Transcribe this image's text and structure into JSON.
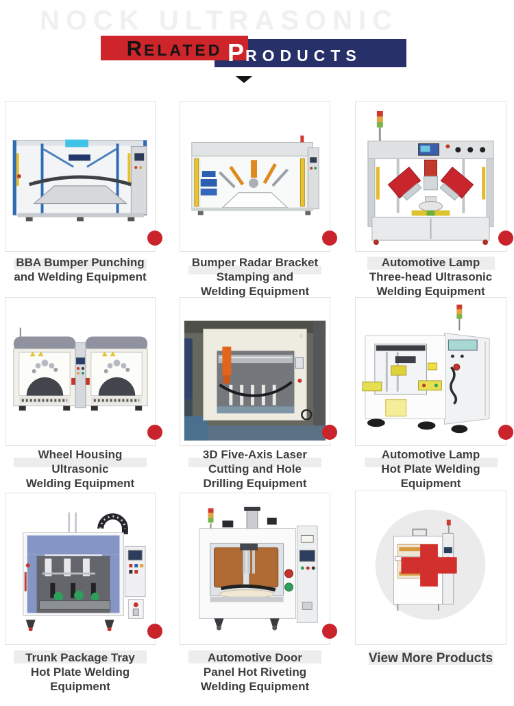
{
  "watermark": "NOCK ULTRASONIC",
  "header": {
    "related_initial": "R",
    "related_rest": "ELATED",
    "products_initial": "P",
    "products_rest": "RODUCTS"
  },
  "colors": {
    "header_red": "#ce252b",
    "header_blue": "#283069",
    "badge_red": "#c9242b",
    "caption_text": "#3d3d3d",
    "caption_highlight": "#ededed",
    "card_border": "#e2e2e2"
  },
  "products": [
    {
      "title_lines": [
        "BBA Bumper Punching",
        "and Welding Equipment"
      ]
    },
    {
      "title_lines": [
        "Bumper Radar Bracket",
        "Stamping and",
        "Welding Equipment"
      ]
    },
    {
      "title_lines": [
        "Automotive Lamp",
        "Three-head Ultrasonic",
        "Welding Equipment"
      ]
    },
    {
      "title_lines": [
        "Wheel Housing",
        "Ultrasonic",
        "Welding Equipment"
      ]
    },
    {
      "title_lines": [
        "3D Five-Axis Laser",
        "Cutting and Hole",
        "Drilling Equipment"
      ]
    },
    {
      "title_lines": [
        "Automotive Lamp",
        "Hot Plate Welding",
        "Equipment"
      ]
    },
    {
      "title_lines": [
        "Trunk Package Tray",
        "Hot Plate Welding",
        "Equipment"
      ]
    },
    {
      "title_lines": [
        "Automotive Door",
        "Panel Hot Riveting",
        "Welding Equipment"
      ]
    },
    {
      "title_lines": [
        "View More Products"
      ]
    }
  ]
}
